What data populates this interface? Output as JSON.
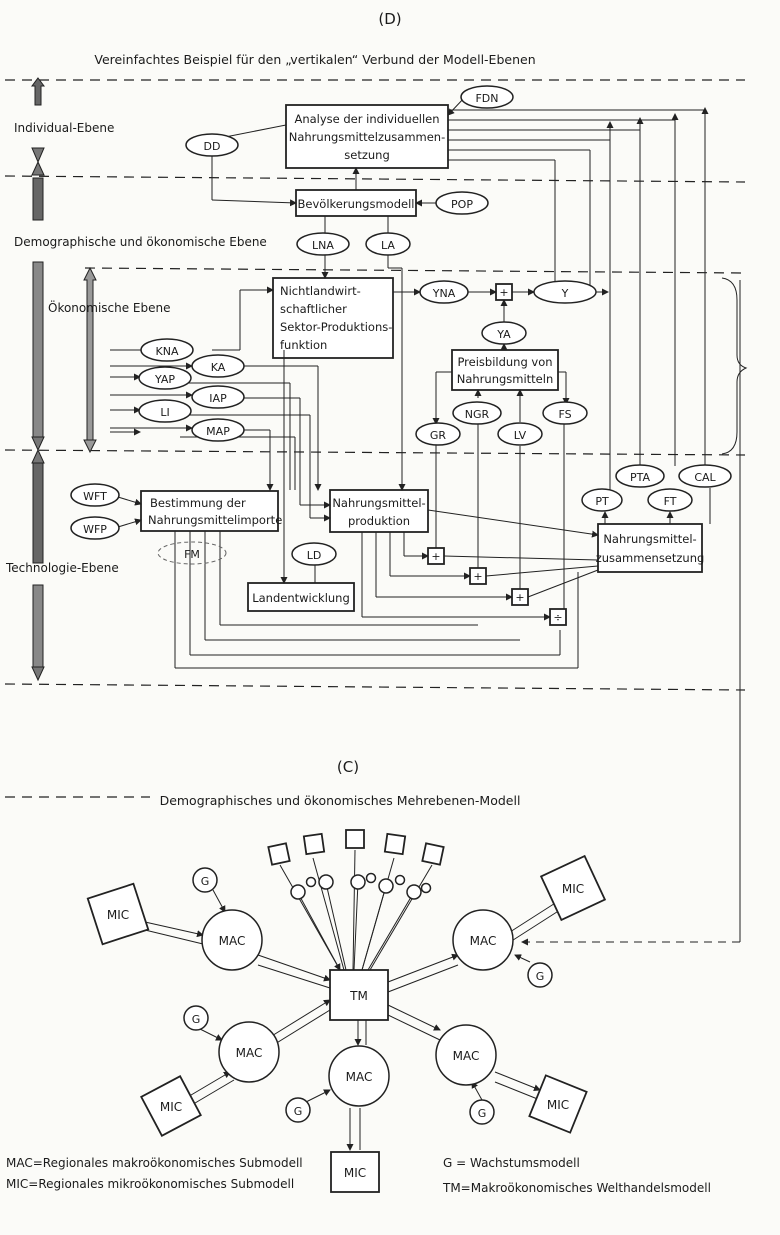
{
  "section_d": {
    "label": "(D)",
    "title": "Vereinfachtes Beispiel für den „vertikalen“ Verbund der Modell-Ebenen",
    "levels": {
      "individual": "Individual-Ebene",
      "demographic": "Demographische und ökonomische Ebene",
      "economic": "Ökonomische Ebene",
      "technology": "Technologie-Ebene"
    },
    "boxes": {
      "analysis": [
        "Analyse der individuellen",
        "Nahrungsmittelzusammen-",
        "setzung"
      ],
      "population": "Bevölkerungsmodell",
      "nonagri": [
        "Nichtlandwirt-",
        "schaftlicher",
        "Sektor-Produktions-",
        "funktion"
      ],
      "price": [
        "Preisbildung von",
        "Nahrungsmitteln"
      ],
      "food_prod": [
        "Nahrungsmittel-",
        "produktion"
      ],
      "imports": [
        "Bestimmung der",
        "Nahrungsmittelimporte"
      ],
      "land": "Landentwicklung",
      "composition": [
        "Nahrungsmittel-",
        "zusammensetzung"
      ]
    },
    "variables": {
      "fdn": "FDN",
      "dd": "DD",
      "pop": "POP",
      "lna": "LNA",
      "la": "LA",
      "yna": "YNA",
      "y": "Y",
      "ya": "YA",
      "kna": "KNA",
      "ka": "KA",
      "yap": "YAP",
      "iap": "IAP",
      "li": "LI",
      "map": "MAP",
      "ngr": "NGR",
      "fs": "FS",
      "gr": "GR",
      "lv": "LV",
      "pta": "PTA",
      "cal": "CAL",
      "pt": "PT",
      "ft": "FT",
      "wft": "WFT",
      "wfp": "WFP",
      "ld": "LD",
      "fm": "FM"
    },
    "plus": "+",
    "divide": "÷"
  },
  "section_c": {
    "label": "(C)",
    "title": "Demographisches und ökonomisches Mehrebenen-Modell",
    "tm": "TM",
    "mac": "MAC",
    "mic": "MIC",
    "g": "G",
    "legend": {
      "mac": "MAC=Regionales makroökonomisches Submodell",
      "mic": "MIC=Regionales mikroökonomisches Submodell",
      "g": "G = Wachstumsmodell",
      "tm": "TM=Makroökonomisches Welthandelsmodell"
    }
  }
}
